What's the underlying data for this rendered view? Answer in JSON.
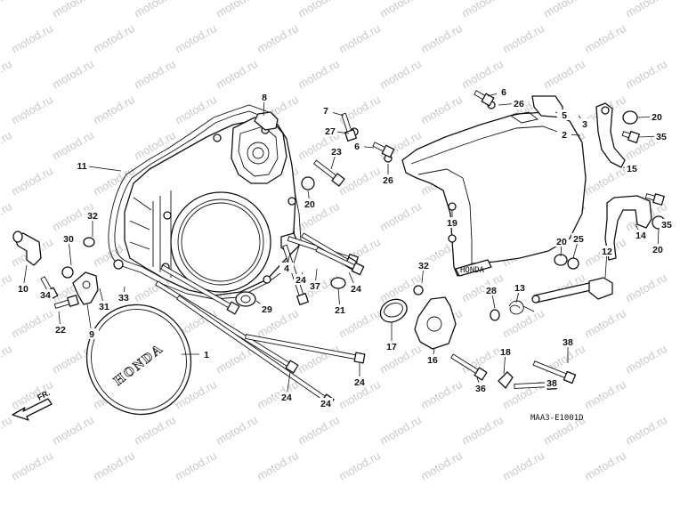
{
  "watermark": "motod.ru",
  "diagram_code": "MAA3-E1001D",
  "direction_label": "FR.",
  "cover_logo": "HONDA",
  "callouts": [
    "1",
    "2",
    "3",
    "4",
    "5",
    "6",
    "6",
    "7",
    "8",
    "9",
    "10",
    "11",
    "12",
    "13",
    "14",
    "15",
    "16",
    "17",
    "18",
    "19",
    "20",
    "20",
    "20",
    "20",
    "21",
    "22",
    "23",
    "24",
    "24",
    "24",
    "24",
    "24",
    "25",
    "26",
    "26",
    "27",
    "28",
    "29",
    "30",
    "31",
    "32",
    "32",
    "33",
    "34",
    "35",
    "35",
    "36",
    "37",
    "38",
    "38"
  ]
}
